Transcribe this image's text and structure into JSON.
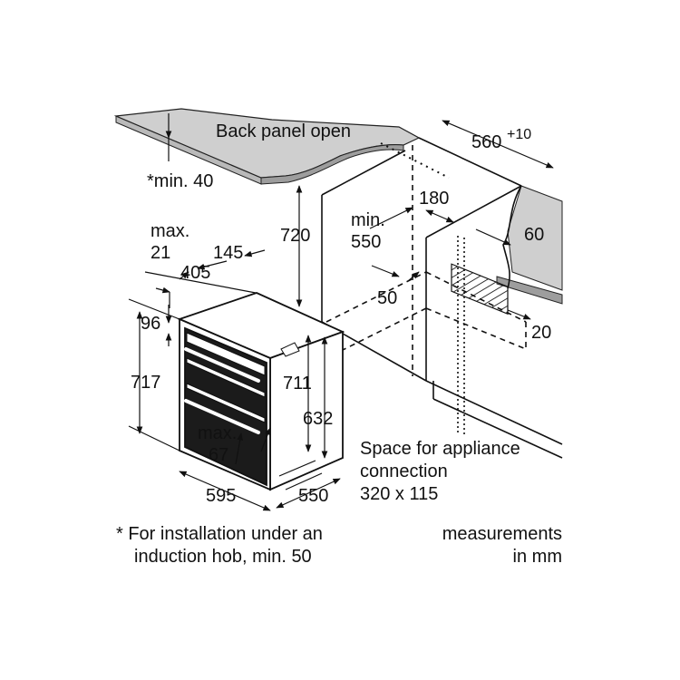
{
  "labels": {
    "back_panel_open": "Back panel open",
    "min_40": "*min. 40",
    "dim_560": "560",
    "dim_plus10": "+10",
    "dim_720": "720",
    "min_word": "min.",
    "dim_550_min": "550",
    "dim_180": "180",
    "dim_60": "60",
    "max_word_top": "max.",
    "dim_21": "21",
    "dim_145": "145",
    "dim_405": "405",
    "dim_50": "50",
    "dim_96": "96",
    "dim_717": "717",
    "dim_711": "711",
    "dim_632": "632",
    "dim_20": "20",
    "max_word_handle": "max.",
    "dim_67": "67",
    "dim_595": "595",
    "dim_550_depth": "550"
  },
  "notes": {
    "space_line1": "Space for appliance",
    "space_line2": "connection",
    "space_line3": "320 x 115",
    "footnote_line1": "* For installation under an",
    "footnote_line2": "induction hob, min. 50",
    "units_line1": "measurements",
    "units_line2": "in mm"
  }
}
